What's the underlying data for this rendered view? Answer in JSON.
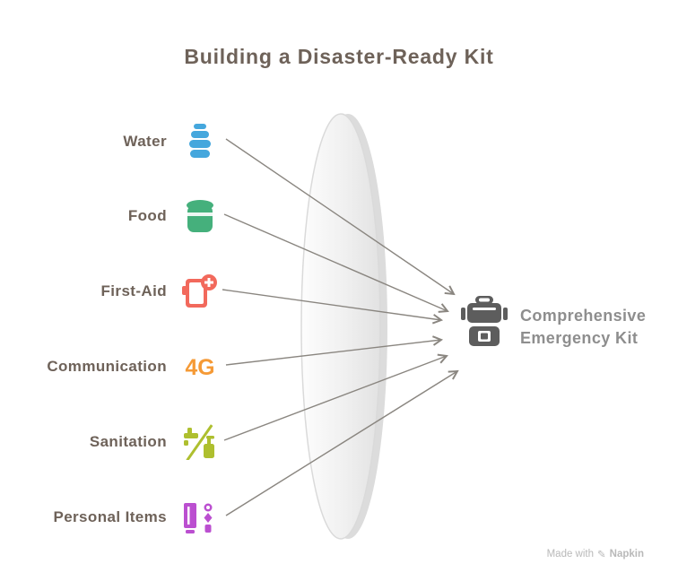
{
  "title": "Building a Disaster-Ready Kit",
  "colors": {
    "title": "#6e6259",
    "label": "#6e6259",
    "arrow": "#8a8680",
    "kit_text": "#8e8e8e",
    "backpack": "#5d5d5d",
    "watermark": "#b9b9b9",
    "water": "#45a7dd",
    "food": "#45b07c",
    "first_aid": "#f2695c",
    "communication": "#f59a36",
    "sanitation": "#aebf2f",
    "personal_items": "#bb4fd0"
  },
  "items": [
    {
      "label": "Water",
      "icon": "water-bottle-icon",
      "color": "#45a7dd"
    },
    {
      "label": "Food",
      "icon": "canned-food-icon",
      "color": "#45b07c"
    },
    {
      "label": "First-Aid",
      "icon": "first-aid-clipboard-icon",
      "color": "#f2695c"
    },
    {
      "label": "Communication",
      "icon": "4g-signal-icon",
      "icon_text": "4G",
      "color": "#f59a36"
    },
    {
      "label": "Sanitation",
      "icon": "sanitation-hygiene-icon",
      "color": "#aebf2f"
    },
    {
      "label": "Personal Items",
      "icon": "personal-items-icon",
      "color": "#bb4fd0"
    }
  ],
  "result": {
    "label": "Comprehensive Emergency Kit",
    "icon": "backpack-icon"
  },
  "watermark": {
    "prefix": "Made with",
    "brand": "Napkin",
    "pen_glyph": "✎"
  }
}
